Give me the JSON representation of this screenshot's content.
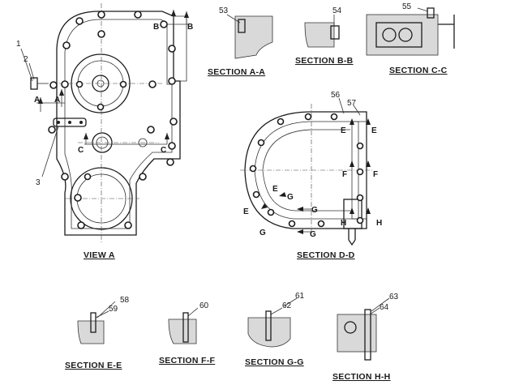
{
  "view_a": {
    "caption": "VIEW A",
    "callouts": {
      "c1": "1",
      "c2": "2",
      "c3": "3"
    },
    "section_markers": {
      "a_left": "A",
      "a_right": "A",
      "b_left": "B",
      "b_right": "B",
      "c_left": "C",
      "c_right": "C"
    }
  },
  "section_aa": {
    "caption": "SECTION A-A",
    "callout": "53"
  },
  "section_bb": {
    "caption": "SECTION B-B",
    "callout": "54"
  },
  "section_cc": {
    "caption": "SECTION C-C",
    "callout": "55"
  },
  "section_dd": {
    "caption": "SECTION D-D",
    "callouts": {
      "c56": "56",
      "c57": "57"
    },
    "section_markers": {
      "e_left": "E",
      "e_right": "E",
      "f_left": "F",
      "f_right": "F",
      "g_1": "G",
      "g_2": "G",
      "g_3": "G",
      "g_4": "G",
      "e_lower_1": "E",
      "e_lower_2": "E",
      "h_left": "H",
      "h_right": "H"
    }
  },
  "section_ee": {
    "caption": "SECTION E-E",
    "callouts": {
      "c58": "58",
      "c59": "59"
    }
  },
  "section_ff": {
    "caption": "SECTION F-F",
    "callout": "60"
  },
  "section_gg": {
    "caption": "SECTION G-G",
    "callouts": {
      "c61": "61",
      "c62": "62"
    }
  },
  "section_hh": {
    "caption": "SECTION H-H",
    "callouts": {
      "c63": "63",
      "c64": "64"
    }
  }
}
